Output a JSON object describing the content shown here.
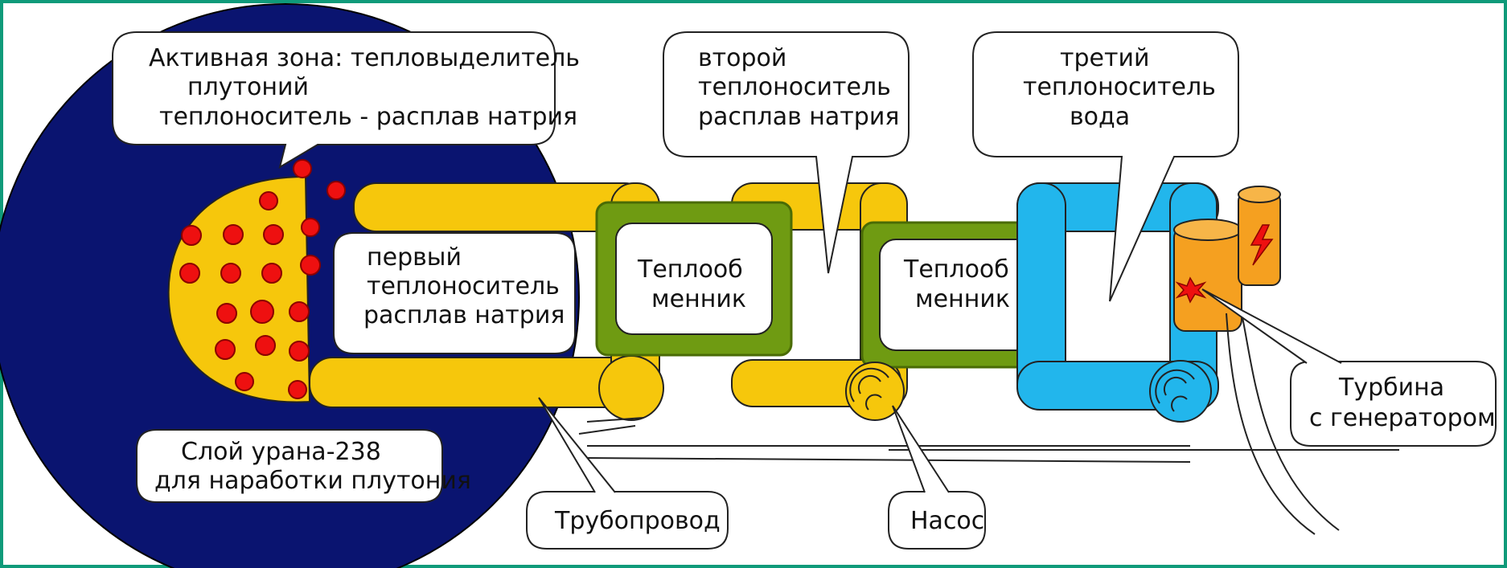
{
  "labels": {
    "active_zone": {
      "line1": "Активная зона: тепловыделитель",
      "line2": "плутоний",
      "line3": "теплоноситель - расплав натрия"
    },
    "first_coolant": {
      "line1": "первый",
      "line2": "теплоноситель",
      "line3": "расплав натрия"
    },
    "heat_exchanger_1": {
      "line1": "Теплооб",
      "line2": "менник"
    },
    "second_coolant": {
      "line1": "второй",
      "line2": "теплоноситель",
      "line3": "расплав натрия"
    },
    "heat_exchanger_2": {
      "line1": "Теплооб",
      "line2": "менник"
    },
    "third_coolant": {
      "line1": "третий",
      "line2": "теплоноситель",
      "line3": "вода"
    },
    "uranium_layer": {
      "line1": "Слой урана-238",
      "line2": "для наработки плутония"
    },
    "pipeline": "Трубопровод",
    "pump": "Насос",
    "turbine": {
      "line1": "Турбина",
      "line2": "с генератором"
    }
  },
  "colors": {
    "frame_border": "#0f9a7a",
    "reactor_blanket": "#0a1470",
    "sodium_loop": "#f6c70c",
    "fuel_dots": "#ee1010",
    "heat_exchanger": "#6f9b12",
    "water_loop": "#22b6ec",
    "turbine": "#f5a020"
  }
}
